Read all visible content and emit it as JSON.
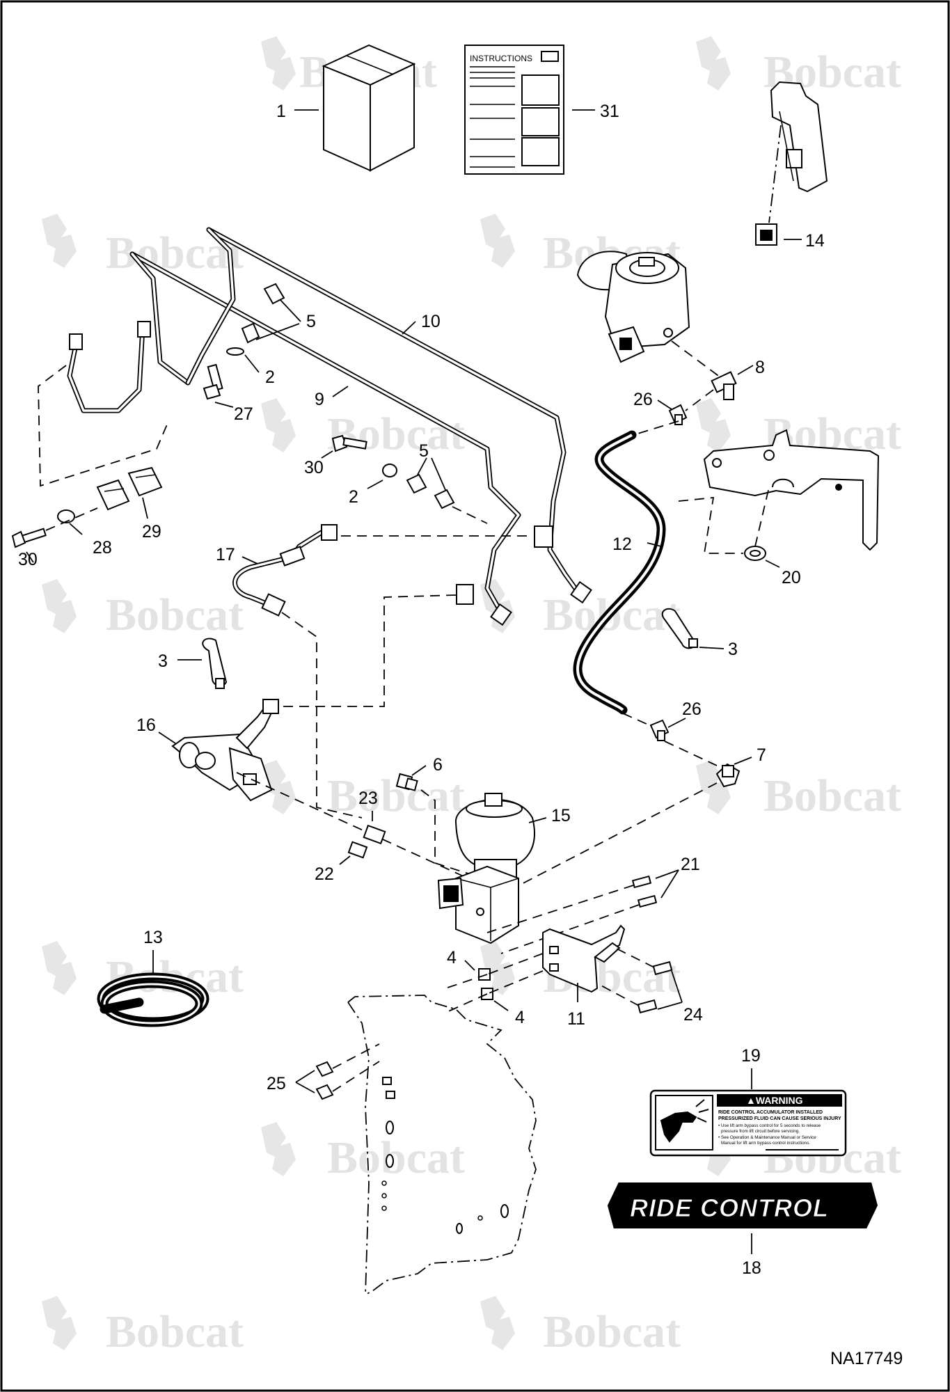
{
  "drawing_number": "NA17749",
  "watermark_text": "Bobcat",
  "instructions_label": "INSTRUCTIONS",
  "warning_decal": {
    "title": "▲WARNING",
    "headline1": "RIDE CONTROL ACCUMULATOR INSTALLED",
    "headline2": "PRESSURIZED FLUID CAN CAUSE SERIOUS INJURY",
    "bullet1a": "• Use lift arm bypass control for 5 seconds to release",
    "bullet1b": "pressure from lift circuit before servicing.",
    "bullet2a": "• See Operation & Maintenance Manual or Service",
    "bullet2b": "Manual for lift arm bypass control instructions."
  },
  "ride_control_decal": "RIDE CONTROL",
  "callouts": {
    "c1": "1",
    "c31": "31",
    "c14": "14",
    "c5a": "5",
    "c10": "10",
    "c2a": "2",
    "c9": "9",
    "c27": "27",
    "c8": "8",
    "c26a": "26",
    "c30a": "30",
    "c2b": "2",
    "c5b": "5",
    "c12": "12",
    "c20": "20",
    "c29": "29",
    "c28": "28",
    "c30b": "30",
    "c17": "17",
    "c3a": "3",
    "c3b": "3",
    "c26b": "26",
    "c16": "16",
    "c6": "6",
    "c7": "7",
    "c23": "23",
    "c15": "15",
    "c22": "22",
    "c21": "21",
    "c13": "13",
    "c4a": "4",
    "c4b": "4",
    "c11": "11",
    "c24": "24",
    "c19": "19",
    "c25": "25",
    "c18": "18"
  }
}
